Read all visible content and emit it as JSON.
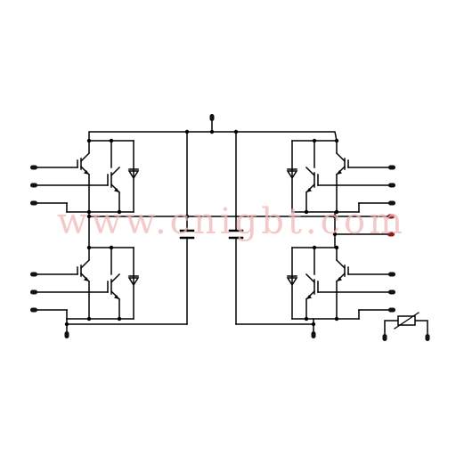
{
  "watermark": "www.cnigbt.com",
  "colors": {
    "wire": "#000000",
    "terminal": "#111111",
    "terminal_highlight": "#8b1a1a",
    "watermark": "#f0b8b8"
  },
  "modules": [
    {
      "name": "module-top-left",
      "mirror": false
    },
    {
      "name": "module-bottom-left",
      "mirror": false
    },
    {
      "name": "module-top-right",
      "mirror": true
    },
    {
      "name": "module-bottom-right",
      "mirror": true
    }
  ],
  "capacitors": [
    {
      "name": "dc-link-capacitor-left"
    },
    {
      "name": "dc-link-capacitor-right"
    }
  ],
  "ntc": {
    "name": "ntc-thermistor-symbol"
  }
}
